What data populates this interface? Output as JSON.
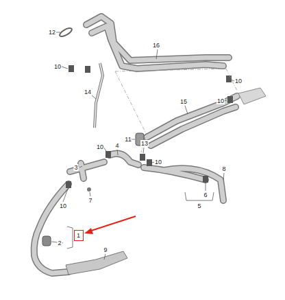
{
  "diagram": {
    "nodes": [
      {
        "text": [
          "1"
        ]
      }
    ],
    "labels": [
      "12",
      "10",
      "16",
      "14",
      "10",
      "10",
      "11",
      "15",
      "13",
      "4",
      "10",
      "10",
      "3",
      "8",
      "7",
      "6",
      "5",
      "10",
      "2",
      "9"
    ]
  }
}
